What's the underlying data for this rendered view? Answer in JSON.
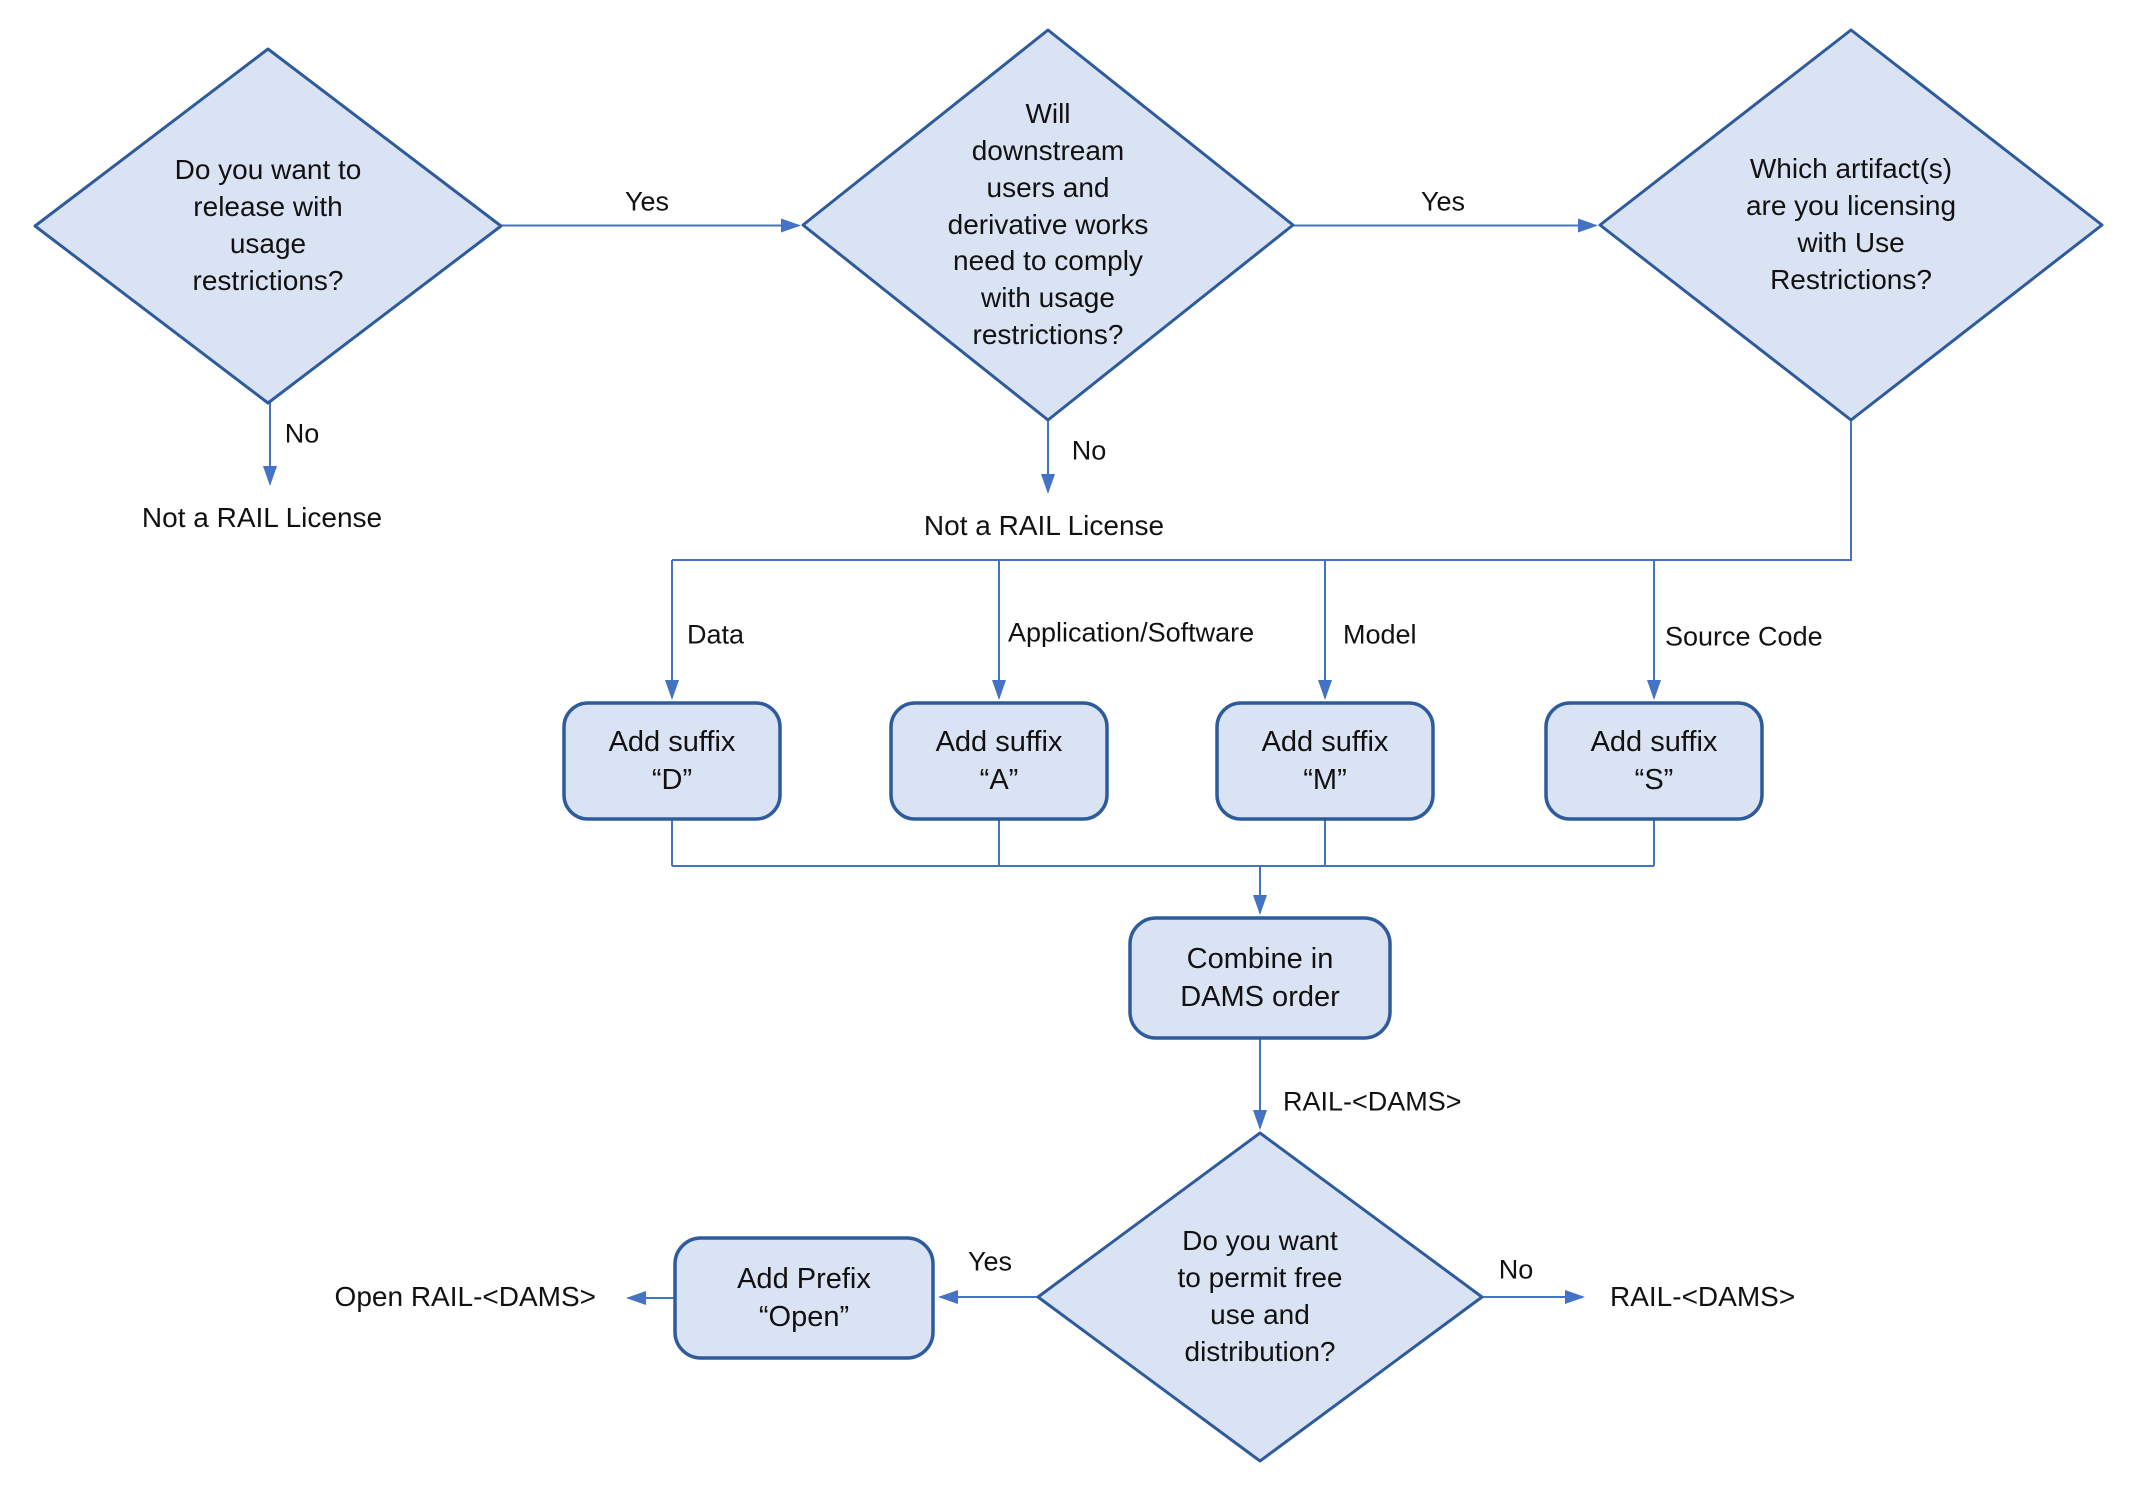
{
  "diagram_title": "RAIL license naming decision flowchart",
  "colors": {
    "shape_fill": "#dae3f3",
    "shape_border": "#2e5b9c",
    "connector": "#4472c4",
    "text": "#111111"
  },
  "nodes": {
    "q_release": {
      "label": "Do you want to\nrelease with\nusage\nrestrictions?",
      "type": "decision"
    },
    "q_downstream": {
      "label": "Will\ndownstream\nusers and\nderivative works\nneed to comply\nwith usage\nrestrictions?",
      "type": "decision"
    },
    "q_artifacts": {
      "label": "Which artifact(s)\nare you licensing\nwith Use\nRestrictions?",
      "type": "decision"
    },
    "suffix_d": {
      "label": "Add suffix\n“D”",
      "type": "process"
    },
    "suffix_a": {
      "label": "Add suffix\n“A”",
      "type": "process"
    },
    "suffix_m": {
      "label": "Add suffix\n“M”",
      "type": "process"
    },
    "suffix_s": {
      "label": "Add suffix\n“S”",
      "type": "process"
    },
    "combine": {
      "label": "Combine in\nDAMS order",
      "type": "process"
    },
    "q_free_use": {
      "label": "Do you want\nto permit free\nuse and\ndistribution?",
      "type": "decision"
    },
    "add_prefix": {
      "label": "Add Prefix\n“Open”",
      "type": "process"
    }
  },
  "edges": {
    "q1_yes": "Yes",
    "q1_no": "No",
    "q2_yes": "Yes",
    "q2_no": "No",
    "artifact_data": "Data",
    "artifact_app": "Application/Software",
    "artifact_model": "Model",
    "artifact_source": "Source Code",
    "combine_out": "RAIL-<DAMS>",
    "q4_yes": "Yes",
    "q4_no": "No"
  },
  "terminals": {
    "not_rail_1": "Not a RAIL License",
    "not_rail_2": "Not a RAIL License",
    "open_rail": "Open RAIL-<DAMS>",
    "rail": "RAIL-<DAMS>"
  }
}
